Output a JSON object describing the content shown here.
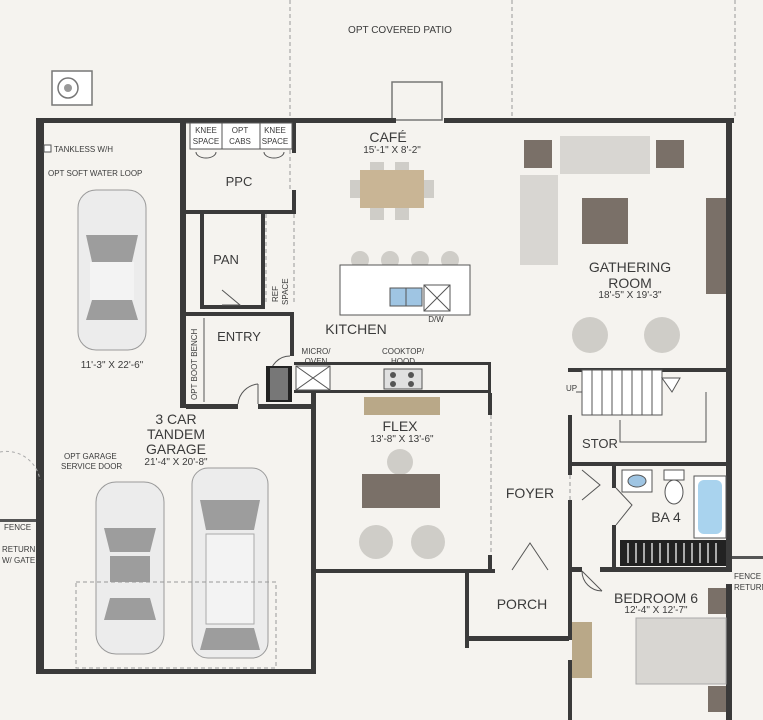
{
  "exterior": {
    "covered_patio": "OPT COVERED PATIO",
    "fence_left": [
      "FENCE",
      "RETURN",
      "W/ GATE"
    ],
    "fence_right": [
      "FENCE",
      "RETURN"
    ]
  },
  "garage": {
    "tankless": "TANKLESS W/H",
    "soft_water": "OPT SOFT WATER LOOP",
    "bay_dims": "11'-3\" X 22'-6\"",
    "title": [
      "3 CAR",
      "TANDEM",
      "GARAGE"
    ],
    "dims": "21'-4\" X 20'-8\"",
    "service_door": [
      "OPT GARAGE",
      "SERVICE DOOR"
    ]
  },
  "ppc": {
    "knee_space_1": [
      "KNEE",
      "SPACE"
    ],
    "opt_cabs": [
      "OPT",
      "CABS"
    ],
    "knee_space_2": [
      "KNEE",
      "SPACE"
    ],
    "label": "PPC"
  },
  "pantry": {
    "label": "PAN",
    "ref_space": [
      "REF",
      "SPACE"
    ]
  },
  "entry": {
    "label": "ENTRY",
    "boot_bench": "OPT BOOT BENCH"
  },
  "cafe": {
    "label": "CAFÉ",
    "dims": "15'-1\" X 8'-2\""
  },
  "kitchen": {
    "label": "KITCHEN",
    "dw": "D/W",
    "micro_oven": [
      "MICRO/",
      "OVEN"
    ],
    "cooktop_hood": [
      "COOKTOP/",
      "HOOD"
    ]
  },
  "gathering_room": {
    "label": [
      "GATHERING",
      "ROOM"
    ],
    "dims": "18'-5\" X 19'-3\""
  },
  "flex": {
    "label": "FLEX",
    "dims": "13'-8\" X 13'-6\""
  },
  "stair": {
    "up": "UP"
  },
  "stor": {
    "label": "STOR"
  },
  "foyer": {
    "label": "FOYER"
  },
  "bath": {
    "label": "BA 4"
  },
  "porch": {
    "label": "PORCH"
  },
  "bedroom": {
    "label": "BEDROOM 6",
    "dims": "12'-4\" X 12'-7\""
  }
}
